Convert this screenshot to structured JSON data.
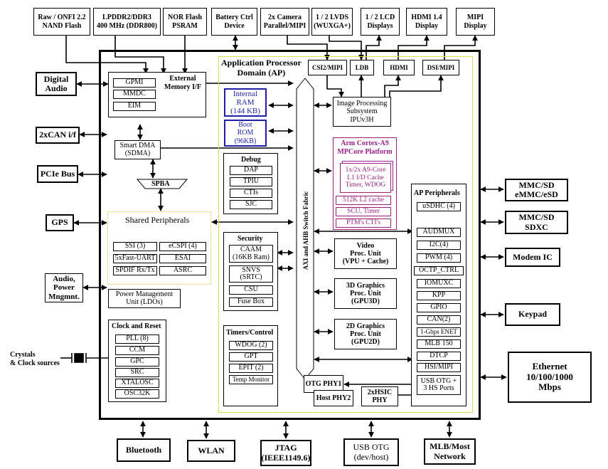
{
  "external_top": [
    {
      "id": "nand",
      "text": "Raw / ONFI 2.2\nNAND Flash"
    },
    {
      "id": "lpddr",
      "text": "LPDDR2/DDR3\n400 MHz (DDR800)"
    },
    {
      "id": "nor",
      "text": "NOR Flash\nPSRAM"
    },
    {
      "id": "battery",
      "text": "Battery Ctrl\nDevice"
    },
    {
      "id": "camera",
      "text": "2x Camera\nParallel/MIPI"
    },
    {
      "id": "lvds",
      "text": "1 / 2 LVDS\n(WUXGA+)"
    },
    {
      "id": "lcd",
      "text": "1 / 2 LCD\nDisplays"
    },
    {
      "id": "hdmi_disp",
      "text": "HDMI 1.4\nDisplay"
    },
    {
      "id": "mipi_disp",
      "text": "MIPI\nDisplay"
    }
  ],
  "external_left": [
    {
      "id": "digital_audio",
      "text": "Digital\nAudio"
    },
    {
      "id": "can",
      "text": "2xCAN i/f"
    },
    {
      "id": "pcie",
      "text": "PCIe Bus"
    },
    {
      "id": "gps",
      "text": "GPS"
    },
    {
      "id": "audio_power",
      "text": "Audio,\nPower\nMngmnt."
    }
  ],
  "crystals_label": "Crystals\n& Clock sources",
  "external_right": [
    {
      "id": "mmc_emmc",
      "text": "MMC/SD\neMMC/eSD"
    },
    {
      "id": "mmc_sdxc",
      "text": "MMC/SD\nSDXC"
    },
    {
      "id": "modem",
      "text": "Modem IC"
    },
    {
      "id": "keypad",
      "text": "Keypad"
    },
    {
      "id": "ethernet",
      "text": "Ethernet\n10/100/1000\nMbps"
    }
  ],
  "external_bottom": [
    {
      "id": "bluetooth",
      "text": "Bluetooth"
    },
    {
      "id": "wlan",
      "text": "WLAN"
    },
    {
      "id": "jtag",
      "text": "JTAG\n(IEEE1149.6)"
    },
    {
      "id": "usb_otg",
      "text": "USB OTG\n(dev/host)"
    },
    {
      "id": "mlb",
      "text": "MLB/Most\nNetwork"
    }
  ],
  "ap_domain_title": "Application Processor\nDomain (AP)",
  "emi": {
    "title": "External\nMemory I/F",
    "items": [
      "GPMI",
      "MMDC",
      "EIM"
    ]
  },
  "sdma": "Smart DMA\n(SDMA)",
  "spba": "SPBA",
  "shared": {
    "title": "Shared Peripherals",
    "items": [
      "SSI (3)",
      "eCSPI (4)",
      "5xFast-UART",
      "ESAI",
      "SPDIF Rx/Tx",
      "ASRC"
    ]
  },
  "power_mgmt": "Power Management\nUnit (LDOs)",
  "clock_reset": {
    "title": "Clock and Reset",
    "items": [
      "PLL (8)",
      "CCM",
      "GPC",
      "SRC",
      "XTALOSC",
      "OSC32K"
    ]
  },
  "internal_ram": "Internal\nRAM\n(144 KB)",
  "boot_rom": "Boot\nROM\n(96KB)",
  "debug": {
    "title": "Debug",
    "items": [
      "DAP",
      "TPIU",
      "CTIs",
      "SJC"
    ]
  },
  "security": {
    "title": "Security",
    "items": [
      "CAAM\n(16KB Ram)",
      "SNVS\n(SRTC)",
      "CSU",
      "Fuse Box"
    ]
  },
  "timers": {
    "title": "Timers/Control",
    "items": [
      "WDOG (2)",
      "GPT",
      "EPIT (2)",
      "Temp Monitor"
    ]
  },
  "fabric": "AXI and AHB Switch Fabric",
  "disp_if": [
    "CSI2/MIPI",
    "LDB",
    "HDMI",
    "DSI/MIPI"
  ],
  "ipu": "Image Processing\nSubsystem\nIPUv3H",
  "arm": {
    "title": "Arm Cortex-A9\nMPCore Platform",
    "core": "1x/2x A9-Core\nL1 I/D Cache\nTimer, WDOG",
    "items": [
      "512K L2 cache",
      "SCU, Timer",
      "PTM's CTI's"
    ]
  },
  "vpu": "Video\nProc. Unit\n(VPU + Cache)",
  "gpu3d": "3D Graphics\nProc. Unit\n(GPU3D)",
  "gpu2d": "2D Graphics\nProc. Unit\n(GPU2D)",
  "otg_phy1": "OTG PHY1",
  "host_phy2": "Host PHY2",
  "hsic_phy": "2xHSIC\nPHY",
  "ap_periph": {
    "title": "AP Peripherals",
    "items": [
      "uSDHC (4)",
      "AUDMUX",
      "I2C(4)",
      "PWM (4)",
      "OCTP_CTRL",
      "IOMUXC",
      "KPP",
      "GPIO",
      "CAN(2)",
      "1-Gbps ENET",
      "MLB 150",
      "DTCP",
      "HSI/MIPI",
      "USB OTG +\n3 HS Ports"
    ]
  }
}
